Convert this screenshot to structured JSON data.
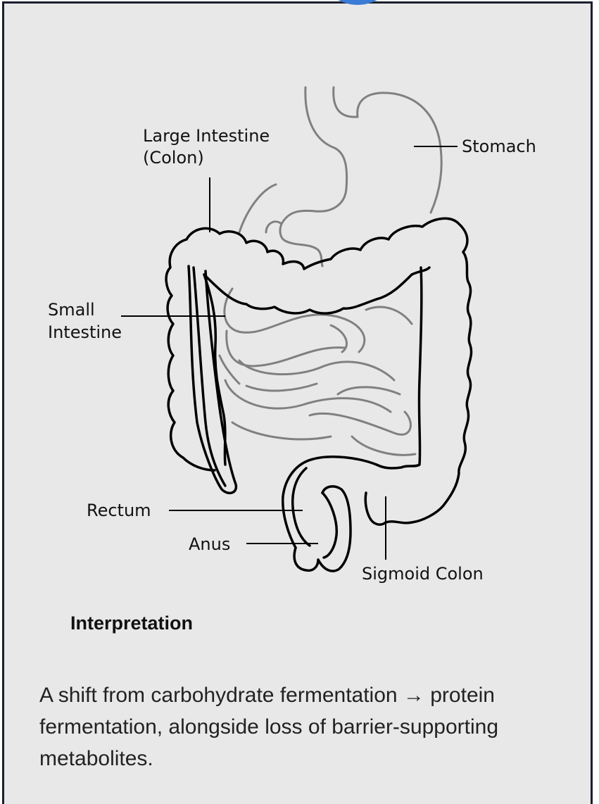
{
  "diagram": {
    "labels": {
      "large_intestine_line1": "Large Intestine",
      "large_intestine_line2": "(Colon)",
      "stomach": "Stomach",
      "small_intestine_line1": "Small",
      "small_intestine_line2": "Intestine",
      "rectum": "Rectum",
      "anus": "Anus",
      "sigmoid_colon": "Sigmoid Colon"
    }
  },
  "interpretation": {
    "heading": "Interpretation",
    "body": "A shift from carbohydrate fermentation → protein fermentation, alongside loss of barrier-supporting metabolites."
  },
  "colors": {
    "panel_background": "#e8e8e8",
    "panel_border": "#1b1f2d",
    "organ_outline": "#000000",
    "organ_inner": "#808080",
    "top_mark": "#3a7bd5"
  }
}
